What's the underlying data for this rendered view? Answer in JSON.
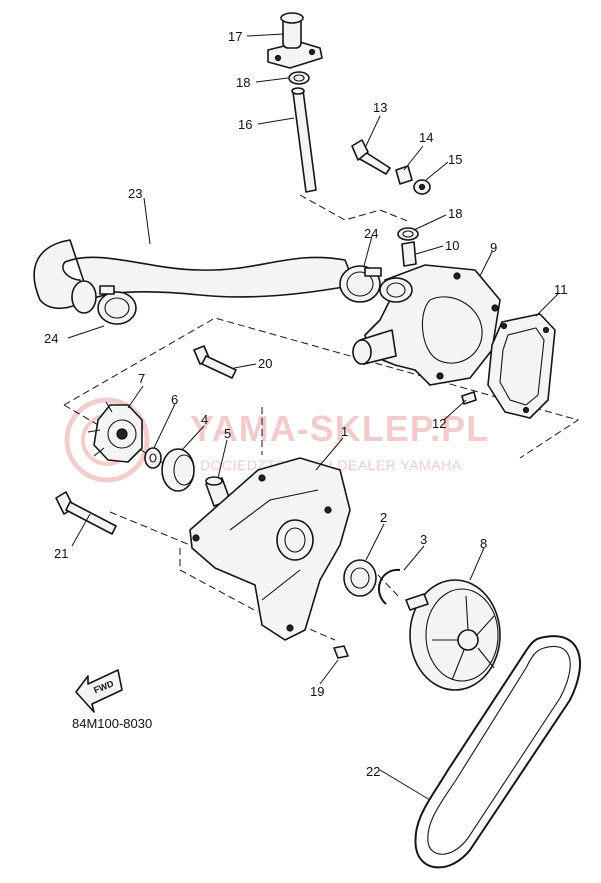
{
  "diagram": {
    "callouts": {
      "c1": "1",
      "c2": "2",
      "c3": "3",
      "c4": "4",
      "c5": "5",
      "c6": "6",
      "c7": "7",
      "c8": "8",
      "c9": "9",
      "c10": "10",
      "c11": "11",
      "c12": "12",
      "c13": "13",
      "c14": "14",
      "c15": "15",
      "c16": "16",
      "c17": "17",
      "c18a": "18",
      "c18b": "18",
      "c19": "19",
      "c20": "20",
      "c21": "21",
      "c22": "22",
      "c23": "23",
      "c24a": "24",
      "c24b": "24"
    },
    "arrow_label": "FWD",
    "figure_code": "84M100-8030",
    "watermark": {
      "main": "YAMA-SKLEP.PL",
      "sub": "DOCIEDZTOWICZ | DEALER YAMAHA"
    },
    "colors": {
      "line": "#151515",
      "watermark": "#e9a3a3"
    }
  }
}
